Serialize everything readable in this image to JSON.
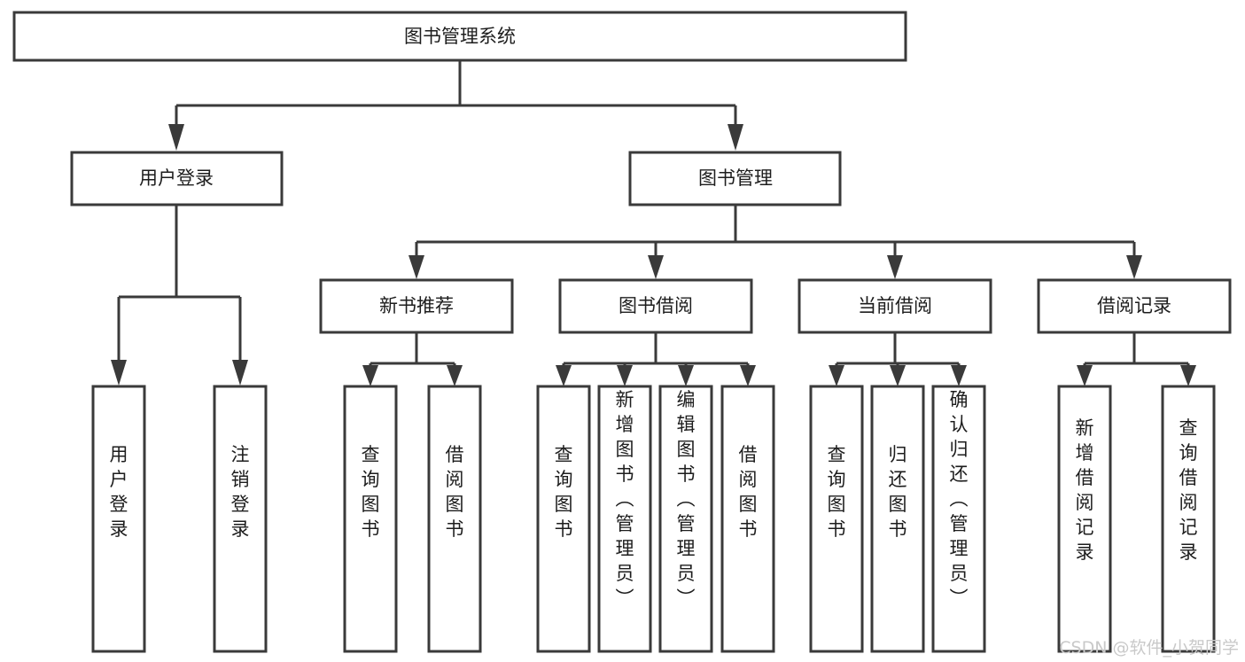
{
  "diagram": {
    "title": "图书管理系统",
    "watermark": "CSDN @软件_小贺同学",
    "colors": {
      "stroke": "#3a3a3a",
      "fill": "#ffffff",
      "text": "#1d1d1d",
      "watermark": "#c9c9c9"
    },
    "root": {
      "label": "图书管理系统"
    },
    "level2": [
      {
        "label": "用户登录"
      },
      {
        "label": "图书管理"
      }
    ],
    "level3": [
      {
        "label": "新书推荐"
      },
      {
        "label": "图书借阅"
      },
      {
        "label": "当前借阅"
      },
      {
        "label": "借阅记录"
      }
    ],
    "leaves": {
      "user_login": [
        {
          "label": "用户登录"
        },
        {
          "label": "注销登录"
        }
      ],
      "new_book_recommend": [
        {
          "label": "查询图书"
        },
        {
          "label": "借阅图书"
        }
      ],
      "book_borrow": [
        {
          "label": "查询图书"
        },
        {
          "label": "新增图书（管理员）"
        },
        {
          "label": "编辑图书（管理员）"
        },
        {
          "label": "借阅图书"
        }
      ],
      "current_borrow": [
        {
          "label": "查询图书"
        },
        {
          "label": "归还图书"
        },
        {
          "label": "确认归还（管理员）"
        }
      ],
      "borrow_record": [
        {
          "label": "新增借阅记录"
        },
        {
          "label": "查询借阅记录"
        }
      ]
    }
  }
}
